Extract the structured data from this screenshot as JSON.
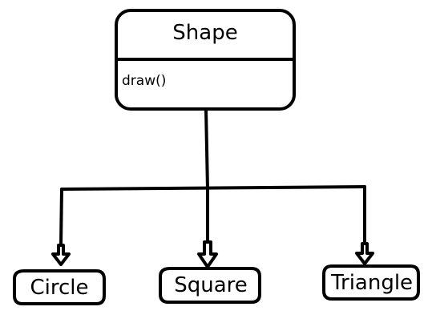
{
  "base_class": {
    "name": "Shape",
    "method": "draw()"
  },
  "subclasses": [
    {
      "name": "Circle"
    },
    {
      "name": "Square"
    },
    {
      "name": "Triangle"
    }
  ]
}
